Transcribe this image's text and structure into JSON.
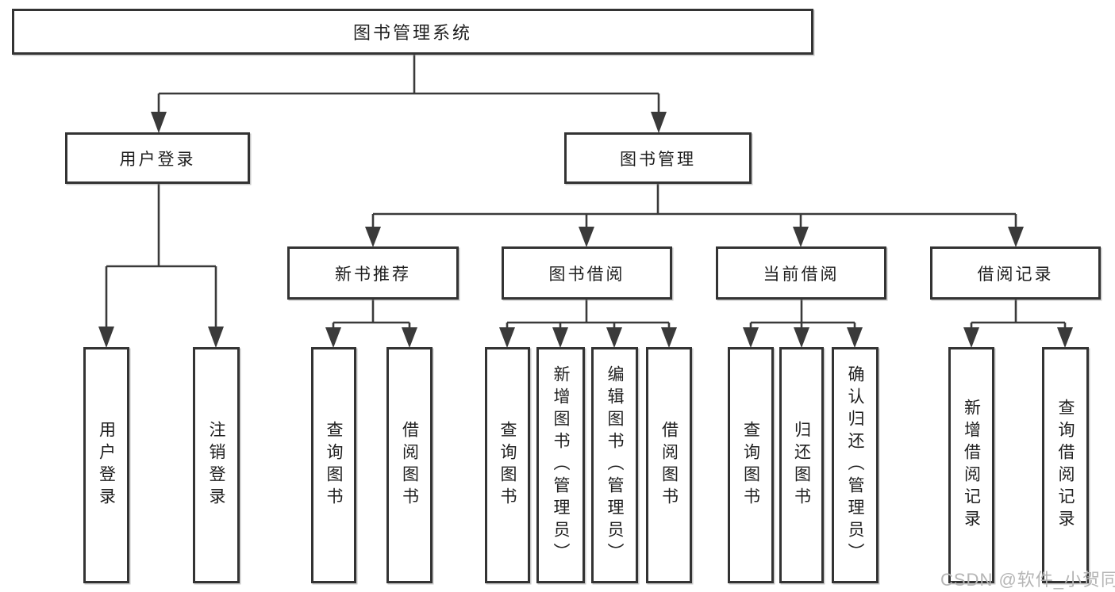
{
  "diagram": {
    "title": "图书管理系统",
    "branches": [
      {
        "label": "用户登录",
        "children": [
          {
            "label": "用户登录"
          },
          {
            "label": "注销登录"
          }
        ]
      },
      {
        "label": "图书管理",
        "sections": [
          {
            "label": "新书推荐",
            "children": [
              {
                "label": "查询图书"
              },
              {
                "label": "借阅图书"
              }
            ]
          },
          {
            "label": "图书借阅",
            "children": [
              {
                "label": "查询图书"
              },
              {
                "label": "新增图书（管理员）"
              },
              {
                "label": "编辑图书（管理员）"
              },
              {
                "label": "借阅图书"
              }
            ]
          },
          {
            "label": "当前借阅",
            "children": [
              {
                "label": "查询图书"
              },
              {
                "label": "归还图书"
              },
              {
                "label": "确认归还（管理员）"
              }
            ]
          },
          {
            "label": "借阅记录",
            "children": [
              {
                "label": "新增借阅记录"
              },
              {
                "label": "查询借阅记录"
              }
            ]
          }
        ]
      }
    ]
  },
  "watermark": "CSDN @软件_小贺同学",
  "colors": {
    "line": "#3a3a3a",
    "box_border": "#333333",
    "box_fill": "#ffffff",
    "text": "#1f1f1f",
    "watermark": "#b5b5b5"
  }
}
